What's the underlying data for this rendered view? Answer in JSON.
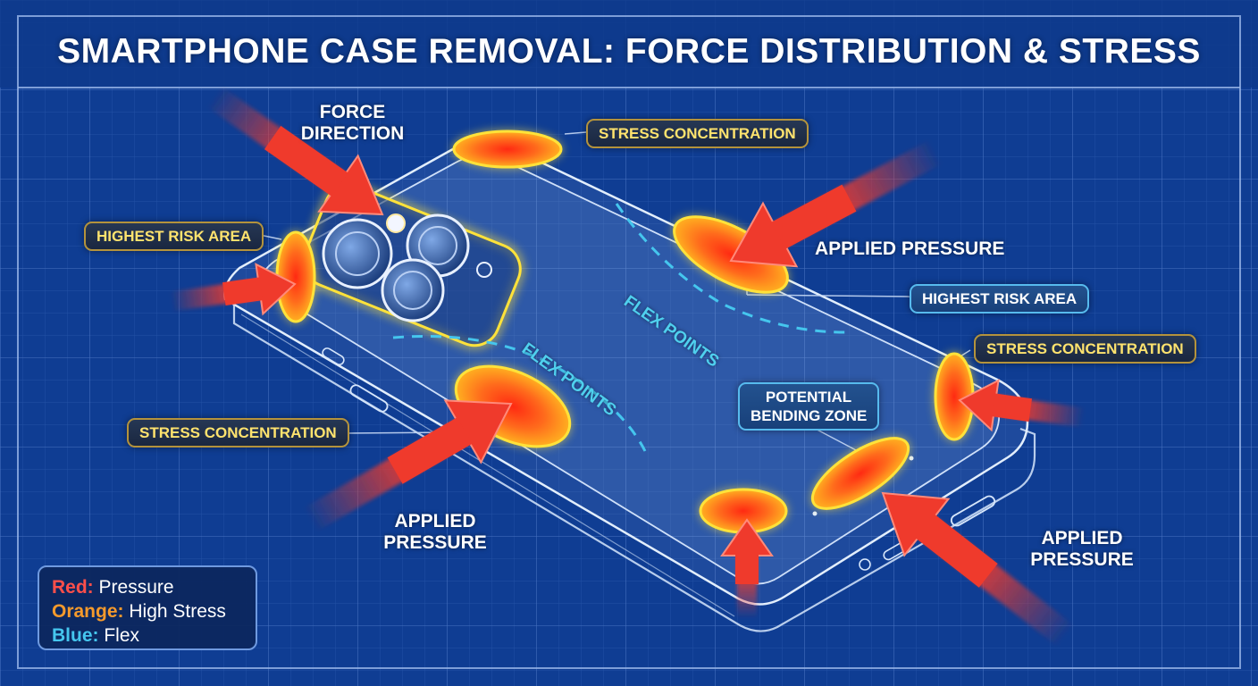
{
  "title": "SMARTPHONE CASE REMOVAL: FORCE DISTRIBUTION & STRESS",
  "callouts": {
    "force_direction": [
      "FORCE",
      "DIRECTION"
    ],
    "stress_top": "STRESS CONCENTRATION",
    "highest_risk_left": "HIGHEST RISK AREA",
    "applied_pressure_right": "APPLIED PRESSURE",
    "highest_risk_right": "HIGHEST RISK AREA",
    "stress_right": "STRESS CONCENTRATION",
    "potential_bending": [
      "POTENTIAL",
      "BENDING ZONE"
    ],
    "stress_left": "STRESS CONCENTRATION",
    "applied_pressure_bottom_left": [
      "APPLIED",
      "PRESSURE"
    ],
    "applied_pressure_bottom_right": [
      "APPLIED",
      "PRESSURE"
    ],
    "flex_points_upper": "FLEX POINTS",
    "flex_points_lower": "FLEX POINTS"
  },
  "legend": [
    {
      "key": "Red:",
      "value": "Pressure",
      "color": "#ff4f4a"
    },
    {
      "key": "Orange:",
      "value": "High Stress",
      "color": "#f59a2c"
    },
    {
      "key": "Blue:",
      "value": "Flex",
      "color": "#45c6ee"
    }
  ],
  "colors": {
    "background": "#0f3d93",
    "pressure_red": "#ef3a2c",
    "stress_glow": "#ffe23a",
    "flex_blue": "#45c6ee",
    "callout_gold": "#ffe36e"
  }
}
